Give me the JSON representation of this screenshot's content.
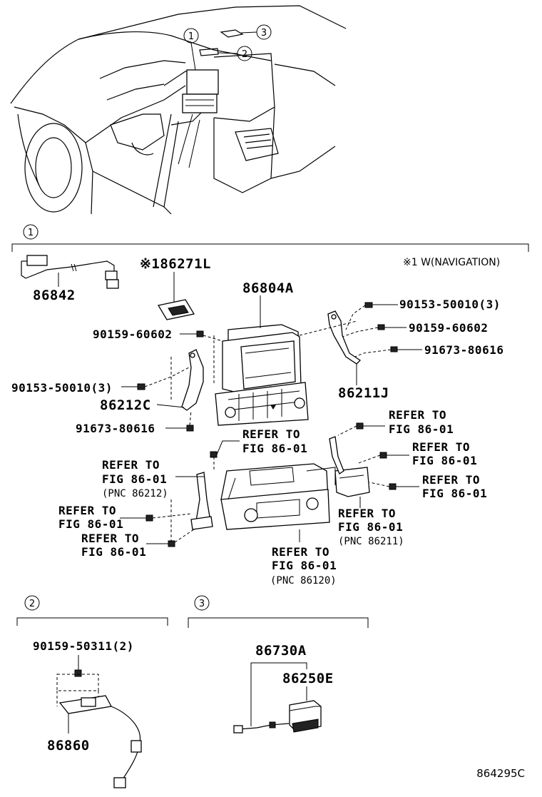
{
  "callouts": {
    "c1": "1",
    "c2": "2",
    "c3": "3"
  },
  "section1": {
    "badge": "1",
    "note": "※1 W(NAVIGATION)",
    "parts": {
      "p86842": "86842",
      "p86271L": "※186271L",
      "p86804A": "86804A",
      "p90153a": "90153-50010(3)",
      "p90159a": "90159-60602",
      "p90159b": "90159-60602",
      "p91673a": "91673-80616",
      "p90153b": "90153-50010(3)",
      "p86211J": "86211J",
      "p86212C": "86212C",
      "p91673b": "91673-80616"
    },
    "refs": {
      "r1a": "REFER TO",
      "r1b": "FIG 86-01",
      "r2a": "REFER TO",
      "r2b": "FIG 86-01",
      "r3a": "REFER TO",
      "r3b": "FIG 86-01",
      "r4a": "REFER TO",
      "r4b": "FIG 86-01",
      "r4c": "(PNC 86212)",
      "r5a": "REFER TO",
      "r5b": "FIG 86-01",
      "r6a": "REFER TO",
      "r6b": "FIG 86-01",
      "r7a": "REFER TO",
      "r7b": "FIG 86-01",
      "r7c": "(PNC 86211)",
      "r8a": "REFER TO",
      "r8b": "FIG 86-01",
      "r9a": "REFER TO",
      "r9b": "FIG 86-01",
      "r9c": "(PNC 86120)"
    }
  },
  "section2": {
    "badge": "2",
    "p90159": "90159-50311(2)",
    "p86860": "86860"
  },
  "section3": {
    "badge": "3",
    "p86730A": "86730A",
    "p86250E": "86250E"
  },
  "figure_code": "864295C"
}
